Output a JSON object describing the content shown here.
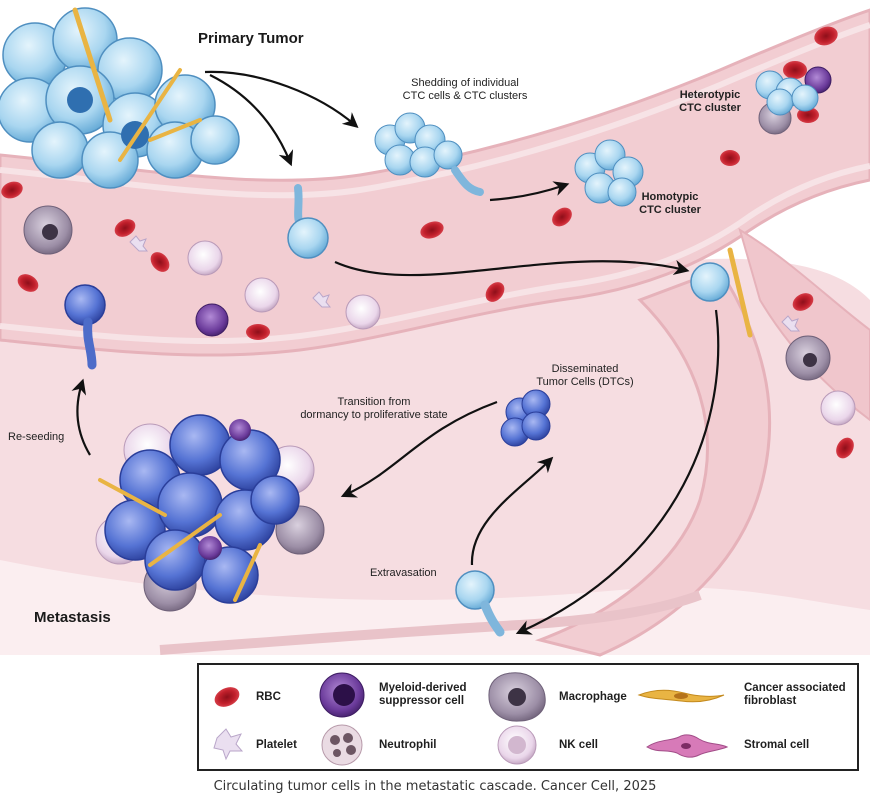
{
  "labels": {
    "primary_tumor": "Primary Tumor",
    "shedding": "Shedding of individual\nCTC cells & CTC clusters",
    "heterotypic": "Heterotypic\nCTC cluster",
    "homotypic": "Homotypic\nCTC cluster",
    "disseminated": "Disseminated\nTumor Cells (DTCs)",
    "transition": "Transition from\ndormancy to proliferative state",
    "reseeding": "Re-seeding",
    "extravasation": "Extravasation",
    "metastasis": "Metastasis"
  },
  "legend": [
    {
      "label": "RBC",
      "icon": "rbc-icon"
    },
    {
      "label": "Myeloid-derived\nsuppressor cell",
      "icon": "mdsc-icon"
    },
    {
      "label": "Macrophage",
      "icon": "macrophage-icon"
    },
    {
      "label": "Cancer associated\nfibroblast",
      "icon": "caf-icon"
    },
    {
      "label": "Platelet",
      "icon": "platelet-icon"
    },
    {
      "label": "Neutrophil",
      "icon": "neutrophil-icon"
    },
    {
      "label": "NK cell",
      "icon": "nk-cell-icon"
    },
    {
      "label": "Stromal cell",
      "icon": "stromal-cell-icon"
    }
  ],
  "caption": "Circulating tumor cells in the metastatic cascade. Cancer Cell, 2025",
  "colors": {
    "vessel": "#f2cdd2",
    "vessel_edge": "#e6b2ba",
    "tissue": "#f6dde1",
    "rbc": "#c2202c",
    "tumor_cell": "#a9d6f0",
    "metastatic_cell": "#4e6fd0",
    "mdsc": "#6a3a9a",
    "macrophage": "#9c8ea6",
    "fibroblast": "#e9b443"
  }
}
